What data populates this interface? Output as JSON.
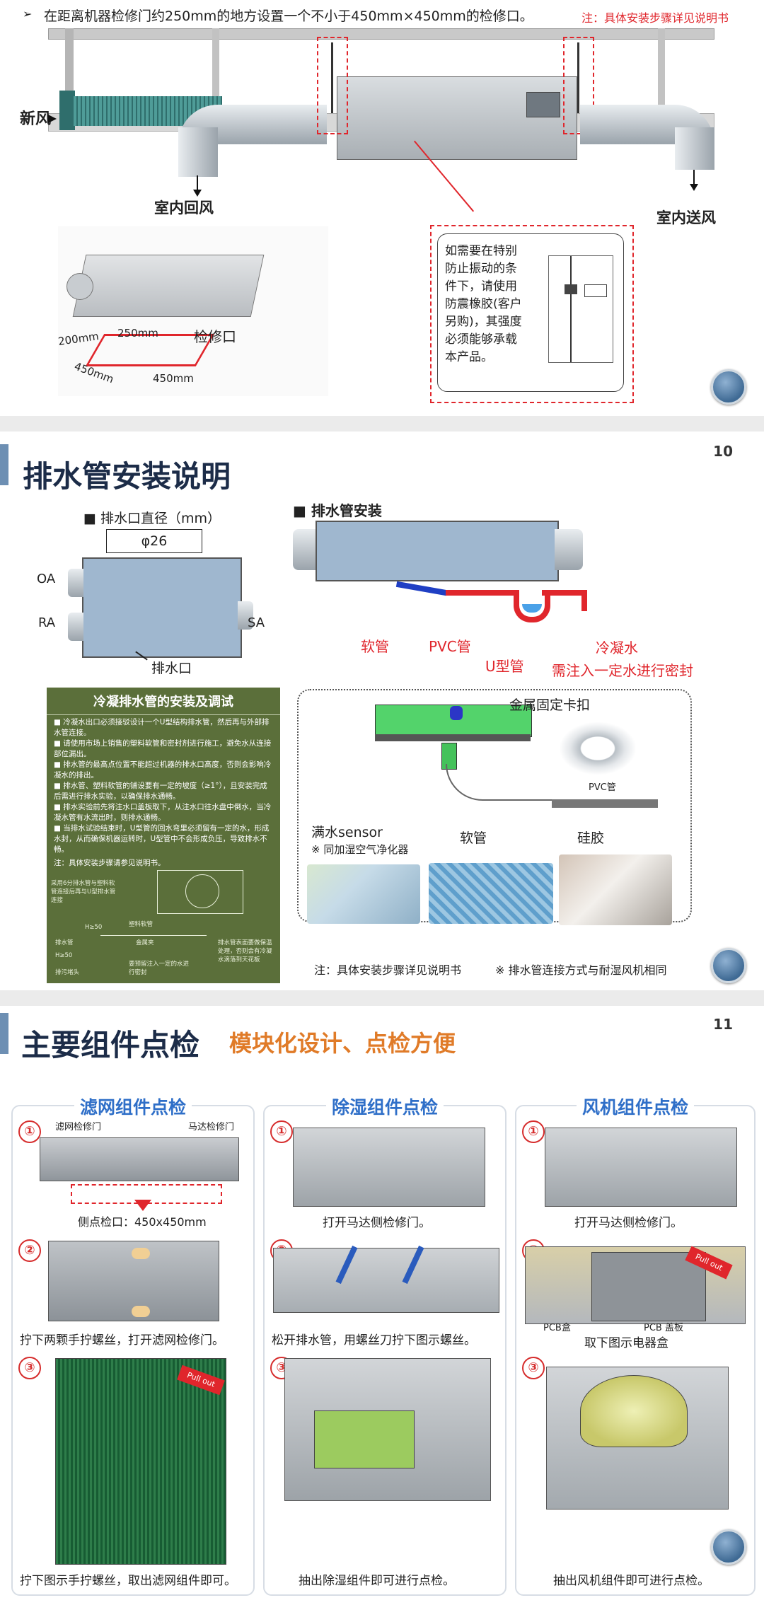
{
  "slide1": {
    "bullet_text": "在距离机器检修门约250mm的地方设置一个不小于450mm×450mm的检修口。",
    "note_text": "注：具体安装步骤详见说明书",
    "label_fresh_air": "新风",
    "label_indoor_return": "室内回风",
    "label_indoor_supply": "室内送风",
    "dim_200": "200mm",
    "dim_250": "250mm",
    "dim_450a": "450mm",
    "dim_450b": "450mm",
    "label_access_port": "检修口",
    "callout_lines": [
      "如需要在特别",
      "防止振动的条",
      "件下，请使用",
      "防震橡胶(客户",
      "另购)，其强度",
      "必须能够承载",
      "本产品。"
    ]
  },
  "slide2": {
    "page_number": "10",
    "title": "排水管安装说明",
    "drain_diameter_label": "■ 排水口直径（mm）",
    "drain_diameter_value": "φ26",
    "label_oa": "OA",
    "label_ra": "RA",
    "label_sa": "SA",
    "label_drain_outlet": "排水口",
    "install_label": "■ 排水管安装",
    "label_soft_pipe": "软管",
    "label_pvc_pipe": "PVC管",
    "label_u_pipe": "U型管",
    "label_condensate": "冷凝水",
    "label_seal_water": "需注入一定水进行密封",
    "green_title": "冷凝排水管的安装及调试",
    "green_items": [
      "■ 冷凝水出口必须接驳设计一个U型结构排水管，然后再与外部排水管连接。",
      "■ 请使用市场上销售的塑料软管和密封剂进行施工，避免水从连接部位漏出。",
      "■ 排水管的最高点位置不能超过机器的排水口高度，否则会影响冷凝水的排出。",
      "■ 排水管、塑料软管的铺设要有一定的坡度（≥1°），且安装完成后需进行排水实验，以确保排水通畅。",
      "■ 排水实验前先将注水口盖板取下，从注水口往水盘中倒水，当冷凝水管有水流出时，则排水通畅。",
      "■ 当排水试验结束时，U型管的回水弯里必须留有一定的水，形成水封，从而确保机器运转时，U型管中不会形成负压，导致排水不畅。"
    ],
    "green_note": "注：具体安装步骤请参见说明书。",
    "green_sketch_labels": [
      "采用6分排水管与塑料软管连接后再与U型排水管连接",
      "塑料软管",
      "金属夹",
      "H≥50",
      "H≥50",
      "排水管",
      "排水管表面要做保温处理，否则会有冷凝水滴落到天花板",
      "要预留注入一定的水进行密封",
      "排污堵头"
    ],
    "label_metal_clip": "金属固定卡扣",
    "label_pvc_small": "PVC管",
    "label_full_water_sensor": "满水sensor",
    "label_humidifier_note": "※ 同加湿空气净化器",
    "label_soft_pipe2": "软管",
    "label_silicone": "硅胶",
    "footnote_left": "注：具体安装步骤详见说明书",
    "footnote_right": "※ 排水管连接方式与耐湿风机相同"
  },
  "slide3": {
    "page_number": "11",
    "title": "主要组件点检",
    "subtitle": "模块化设计、点检方便",
    "panels": [
      {
        "header": "滤网组件点检",
        "label_filter_door": "滤网检修门",
        "label_motor_door": "马达检修门",
        "caption1": "侧点检口：450x450mm",
        "caption2": "拧下两颗手拧螺丝，打开滤网检修门。",
        "caption3": "拧下图示手拧螺丝，取出滤网组件即可。",
        "arrow_text": "Pull out"
      },
      {
        "header": "除湿组件点检",
        "caption1": "打开马达侧检修门。",
        "caption2": "松开排水管，用螺丝刀拧下图示螺丝。",
        "caption3": "抽出除湿组件即可进行点检。"
      },
      {
        "header": "风机组件点检",
        "caption1": "打开马达侧检修门。",
        "label_pcb_box": "PCB盒",
        "label_pcb_cover": "PCB 盖板",
        "caption2": "取下图示电器盒",
        "caption3": "抽出风机组件即可进行点检。",
        "arrow_text": "Pull out"
      }
    ],
    "step_numbers": [
      "①",
      "②",
      "③"
    ]
  },
  "colors": {
    "accent_red": "#e0262c",
    "title_navy": "#1c2c48",
    "panel_blue": "#2f6fc8",
    "subtitle_orange": "#e07b28",
    "green_board": "#5b6f3a"
  }
}
